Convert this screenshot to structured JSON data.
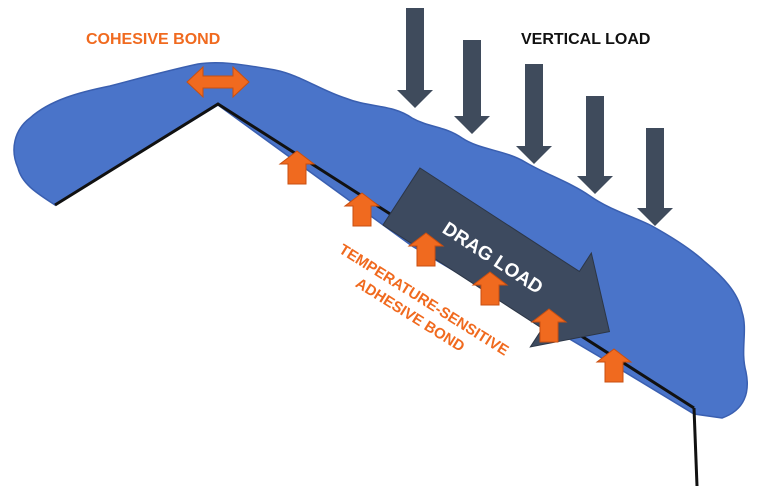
{
  "labels": {
    "cohesive_bond": "COHESIVE BOND",
    "vertical_load": "VERTICAL LOAD",
    "drag_load": "DRAG LOAD",
    "adhesive_line1": "TEMPERATURE-SENSITIVE",
    "adhesive_line2": "ADHESIVE BOND"
  },
  "colors": {
    "snow": "#4a74c9",
    "snow_edge": "#3a5fb0",
    "roof": "#111111",
    "accent_orange": "#f06a1f",
    "load_arrow": "#3f4b5c",
    "drag_arrow": "#3d4a5f",
    "text_dark": "#111111",
    "text_light": "#ffffff"
  },
  "counts": {
    "vertical_load_arrows": 5,
    "adhesive_bond_arrows": 6
  }
}
